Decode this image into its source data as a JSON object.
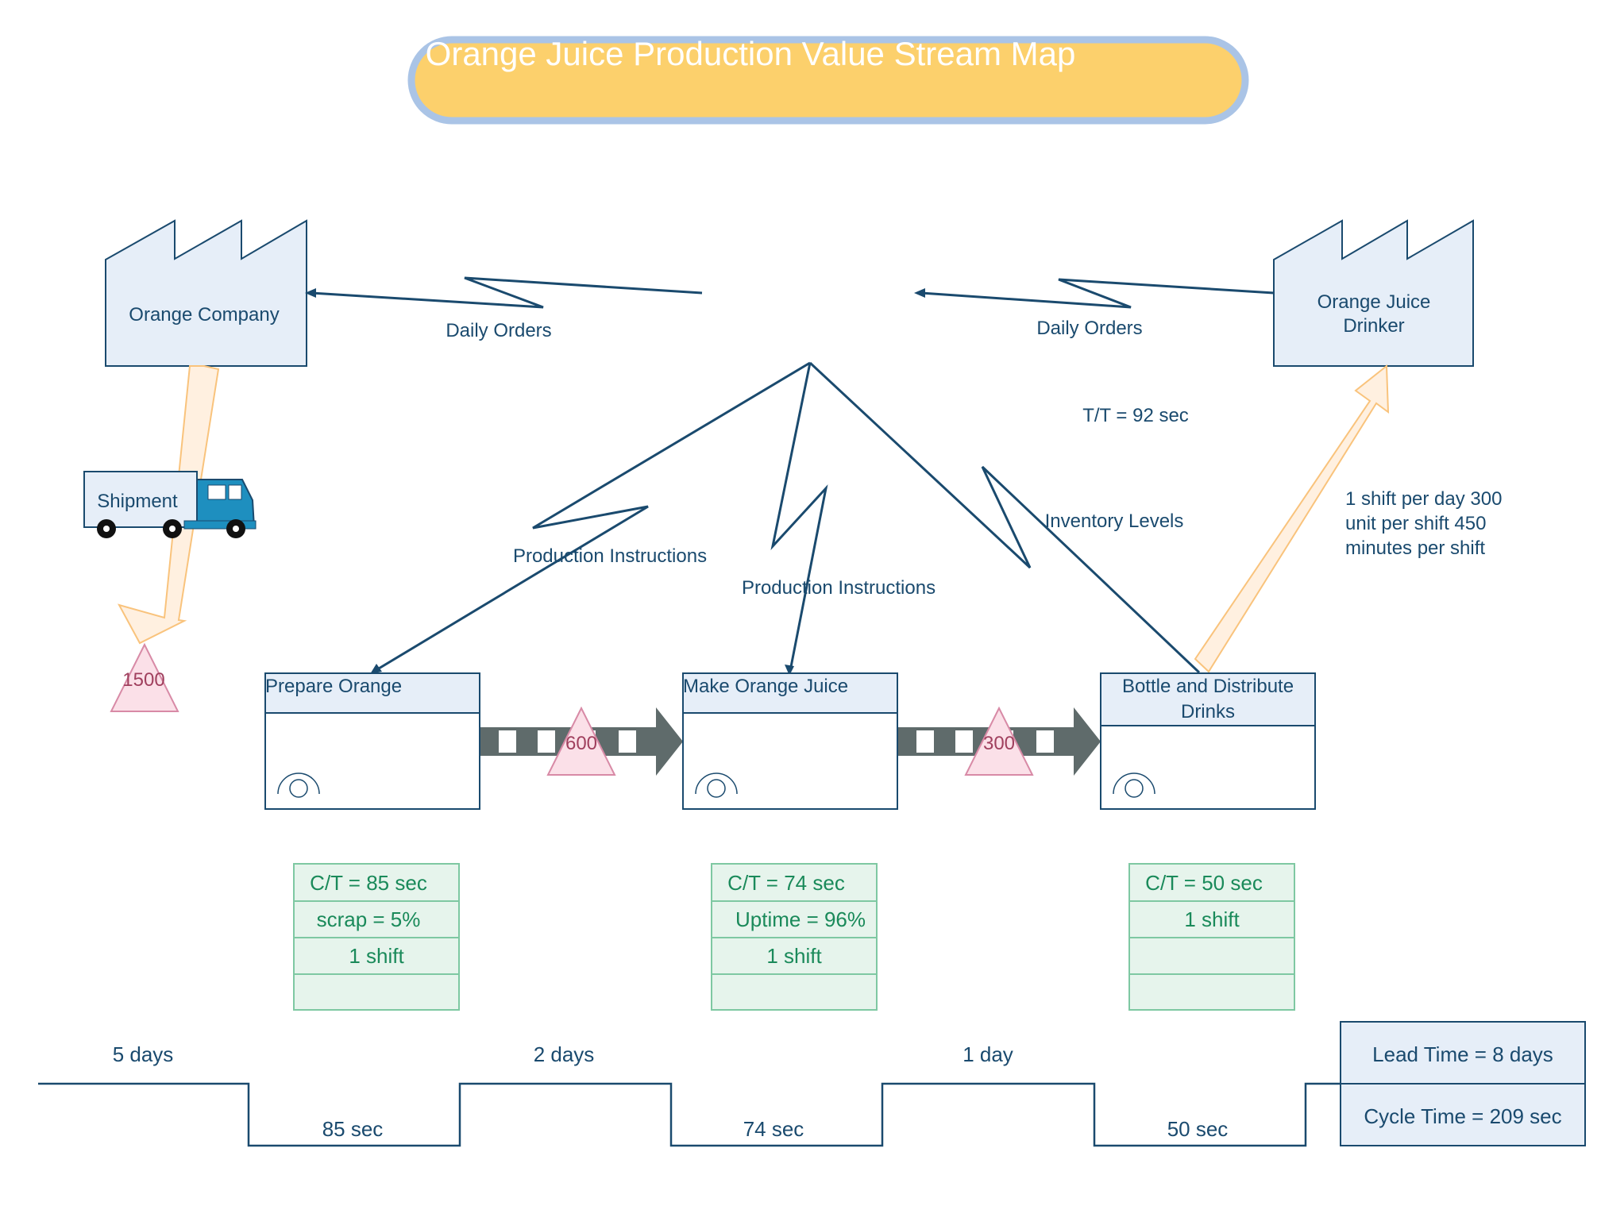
{
  "title": "Orange Juice Production Value Stream Map",
  "supplier": {
    "label": "Orange Company"
  },
  "customer": {
    "label_line1": "Orange Juice",
    "label_line2": "Drinker"
  },
  "orders_left": {
    "label": "Daily Orders"
  },
  "orders_right": {
    "label": "Daily Orders"
  },
  "takt_time": "T/T = 92 sec",
  "shipment": {
    "label": "Shipment"
  },
  "inventory_start": "1500",
  "signals": {
    "prod_instr_1": "Production Instructions",
    "prod_instr_2": "Production Instructions",
    "inventory_levels": "Inventory Levels"
  },
  "customer_demand": {
    "line1": "1 shift per day 300",
    "line2": "unit per shift 450",
    "line3": "minutes per shift"
  },
  "processes": [
    {
      "title_line1": "Prepare Orange",
      "title_line2": "",
      "data": [
        "C/T = 85 sec",
        "scrap = 5%",
        "1 shift",
        ""
      ]
    },
    {
      "title_line1": "Make Orange Juice",
      "title_line2": "",
      "data": [
        "C/T = 74 sec",
        "Uptime = 96%",
        "1 shift",
        ""
      ]
    },
    {
      "title_line1": "Bottle and Distribute",
      "title_line2": "Drinks",
      "data": [
        "C/T = 50 sec",
        "1 shift",
        "",
        ""
      ]
    }
  ],
  "inventories": [
    "600",
    "300"
  ],
  "timeline": {
    "wait_times": [
      "5 days",
      "2  days",
      "1  day"
    ],
    "process_times": [
      "85  sec",
      "74  sec",
      "50  sec"
    ],
    "lead_time": "Lead Time = 8 days",
    "cycle_time": "Cycle Time = 209 sec"
  },
  "colors": {
    "navy": "#1a4a6e",
    "box_fill": "#e6eef8",
    "title_fill": "#fcd06c",
    "title_border": "#aac4e6",
    "data_fill": "#e6f4ec",
    "data_border": "#7ec8a2",
    "data_text": "#1a8a5a",
    "inv_fill": "#fbe0e8",
    "inv_border": "#d88aa6",
    "inv_text": "#a0405e",
    "push_arrow": "#5f6b6b",
    "ship_arrow_fill": "#fff0e0",
    "ship_arrow_border": "#f9c37c",
    "truck": "#1e8fbf"
  }
}
